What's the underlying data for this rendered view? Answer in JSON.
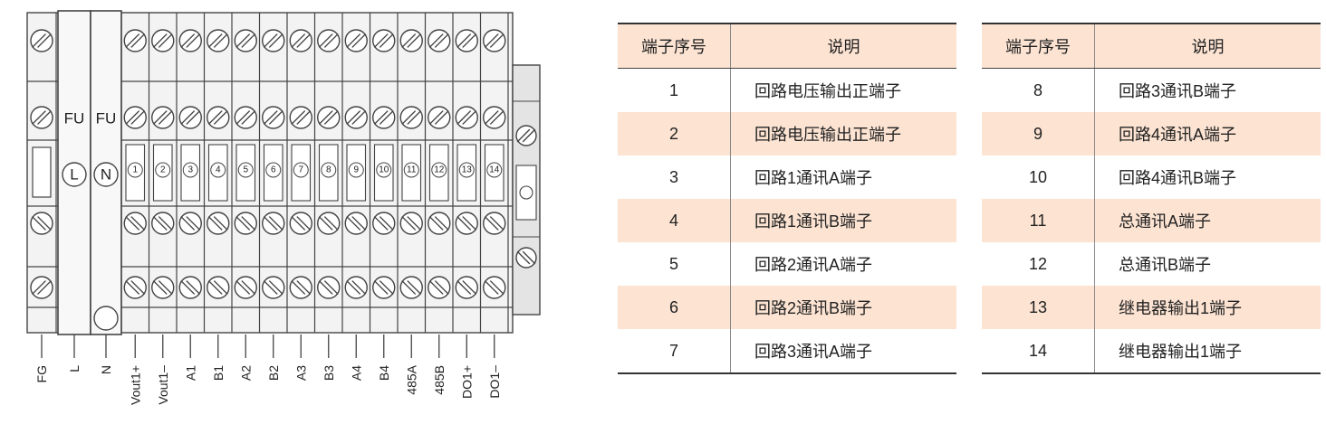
{
  "diagram": {
    "fuse_label": "FU",
    "power_circles": [
      "L",
      "N"
    ],
    "terminal_numbers": [
      "1",
      "2",
      "3",
      "4",
      "5",
      "6",
      "7",
      "8",
      "9",
      "10",
      "11",
      "12",
      "13",
      "14"
    ],
    "bottom_labels": [
      "FG",
      "L",
      "N",
      "Vout1+",
      "Vout1–",
      "A1",
      "B1",
      "A2",
      "B2",
      "A3",
      "B3",
      "A4",
      "B4",
      "485A",
      "485B",
      "DO1+",
      "DO1–"
    ]
  },
  "tables": [
    {
      "headers": [
        "端子序号",
        "说明"
      ],
      "rows": [
        [
          "1",
          "回路电压输出正端子"
        ],
        [
          "2",
          "回路电压输出正端子"
        ],
        [
          "3",
          "回路1通讯A端子"
        ],
        [
          "4",
          "回路1通讯B端子"
        ],
        [
          "5",
          "回路2通讯A端子"
        ],
        [
          "6",
          "回路2通讯B端子"
        ],
        [
          "7",
          "回路3通讯A端子"
        ]
      ]
    },
    {
      "headers": [
        "端子序号",
        "说明"
      ],
      "rows": [
        [
          "8",
          "回路3通讯B端子"
        ],
        [
          "9",
          "回路4通讯A端子"
        ],
        [
          "10",
          "回路4通讯B端子"
        ],
        [
          "11",
          "总通讯A端子"
        ],
        [
          "12",
          "总通讯B端子"
        ],
        [
          "13",
          "继电器输出1端子"
        ],
        [
          "14",
          "继电器输出1端子"
        ]
      ]
    }
  ]
}
